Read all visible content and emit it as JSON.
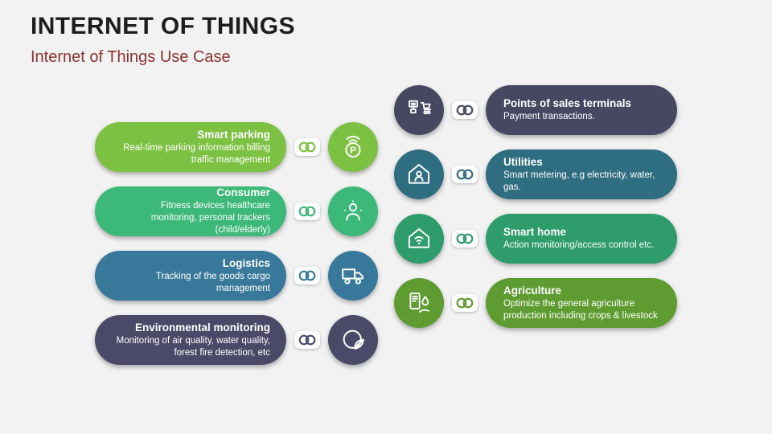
{
  "slide": {
    "title": "INTERNET OF THINGS",
    "subtitle": "Internet of Things Use Case"
  },
  "left_items": [
    {
      "title": "Smart parking",
      "description": "Real-time parking information billing traffic management",
      "color": "#7DC142",
      "icon": "parking-icon"
    },
    {
      "title": "Consumer",
      "description": "Fitness devices healthcare monitoring, personal trackers (child/elderly)",
      "color": "#3CB878",
      "icon": "person-icon"
    },
    {
      "title": "Logistics",
      "description": "Tracking of the goods cargo management",
      "color": "#38799B",
      "icon": "truck-icon"
    },
    {
      "title": "Environmental monitoring",
      "description": "Monitoring of air quality, water quality, forest fire detection, etc",
      "color": "#4A4A68",
      "icon": "eco-planet-icon"
    }
  ],
  "right_items": [
    {
      "title": "Points of sales terminals",
      "description": "Payment transactions.",
      "color": "#464862",
      "icon": "pos-terminal-icon"
    },
    {
      "title": "Utilities",
      "description": "Smart metering, e.g electricity, water, gas.",
      "color": "#2F6D80",
      "icon": "utility-meter-icon"
    },
    {
      "title": "Smart home",
      "description": "Action monitoring/access control etc.",
      "color": "#2E9C6B",
      "icon": "smart-home-icon"
    },
    {
      "title": "Agriculture",
      "description": "Optimize the general agriculture production including crops & livestock",
      "color": "#5E9C31",
      "icon": "agriculture-icon"
    }
  ]
}
